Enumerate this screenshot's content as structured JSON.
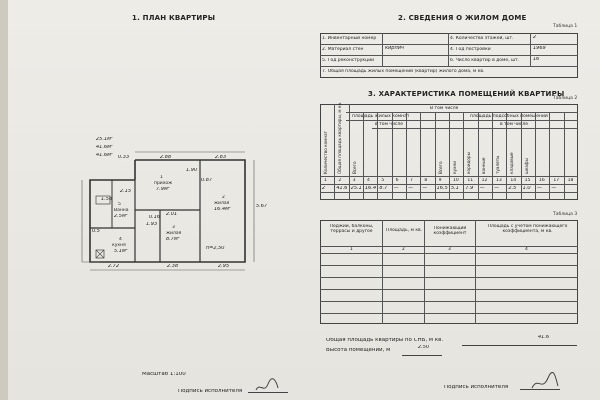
{
  "section1_title": "1. ПЛАН КВАРТИРЫ",
  "section2_title": "2. СВЕДЕНИЯ О ЖИЛОМ ДОМЕ",
  "section3_title": "3. ХАРАКТЕРИСТИКА ПОМЕЩЕНИЙ КВАРТИРЫ",
  "table1": {
    "label": "Таблица 1",
    "rows": [
      {
        "k": "1. Инвентарный номер",
        "v": "",
        "k2": "4. Количество этажей, шт.",
        "v2": "2"
      },
      {
        "k": "2. Материал стен",
        "v": "кирпич",
        "k2": "4. Год постройки",
        "v2": "1969"
      },
      {
        "k": "5. Год реконструкции",
        "v": "",
        "k2": "6. Число квартир в доме, шт.",
        "v2": "16"
      }
    ],
    "last": "7. Общая площадь жилых помещений (квартир) жилого дома, м кв."
  },
  "table2": {
    "label": "Таблица 2",
    "head_in_total": "В том числе",
    "head_living": "площадь жилых комнат",
    "head_aux": "площадь подсобных помещений",
    "head_incl1": "в том числе",
    "head_incl2": "в том числе",
    "vcols": [
      "Количество комнат",
      "Общая площадь квартиры, м кв.",
      "Всего",
      "",
      "",
      "",
      "",
      "",
      "Всего",
      "кухни",
      "коридоры",
      "ванные",
      "туалеты",
      "кладовые",
      "шкафы",
      ""
    ],
    "nums": [
      "1",
      "2",
      "3",
      "4",
      "5",
      "6",
      "7",
      "8",
      "9",
      "10",
      "11",
      "12",
      "13",
      "14",
      "15",
      "16",
      "17",
      "18"
    ],
    "values": [
      "2",
      "41.6",
      "25.1",
      "16.4",
      "8.7",
      "—",
      "—",
      "—",
      "16.5",
      "5.1",
      "7.9",
      "—",
      "—",
      "2.5",
      "1.0",
      "—",
      "—",
      ""
    ]
  },
  "table3": {
    "label": "Таблица 3",
    "headers": [
      "Лоджии, балконы, террасы и другое",
      "Площадь, м кв.",
      "Понижающий коэффициент",
      "Площадь с учетом понижающего коэффициента, м кв."
    ],
    "nums": [
      "1",
      "2",
      "3",
      "4"
    ]
  },
  "summary": {
    "area_label": "Общая площадь квартиры по СНБ, м кв.",
    "area_value": "41.6",
    "height_label": "Высота помещений, м",
    "height_value": "2.50"
  },
  "plan": {
    "area_block": [
      "25.1м²",
      "41.6м²",
      "41.6м²"
    ],
    "room1": "1",
    "room1_name": "прихож",
    "room1_area": "7.9м²",
    "room2": "2",
    "room2_name": "жилая",
    "room2_area": "16.4м²",
    "room3": "3",
    "room3_name": "жилая",
    "room3_area": "8.7м²",
    "room4": "4",
    "room4_name": "кухня",
    "room4_area": "5.1м²",
    "bath": "5",
    "bath_name": "Ванна",
    "bath_area": "2.5м²",
    "room6_area": "1.58",
    "height": "h=2,50",
    "dims": [
      "2.88",
      "2.83",
      "0.33",
      "0.87",
      "5.67",
      "1.90",
      "2.15",
      "2.72",
      "2.38",
      "2.95",
      "1.93",
      "0.16",
      "0.5",
      "2.01"
    ]
  },
  "scale": "Масштаб 1:100",
  "signature_left": "Подпись исполнителя",
  "signature_right": "Подпись исполнителя"
}
